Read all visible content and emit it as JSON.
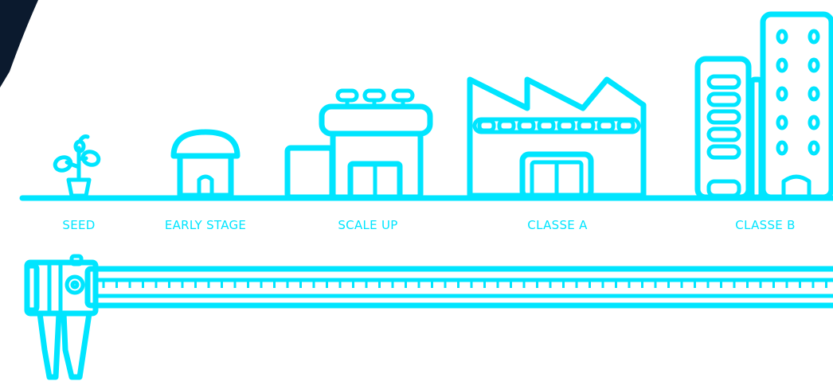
{
  "colors": {
    "accent": "#00e5ff",
    "corner_dark": "#0b1a2e",
    "background": "#ffffff"
  },
  "stages": [
    {
      "id": "seed",
      "label": "SEED",
      "icon": "sprout-in-pot-icon"
    },
    {
      "id": "early-stage",
      "label": "EARLY STAGE",
      "icon": "small-house-icon"
    },
    {
      "id": "scale-up",
      "label": "SCALE UP",
      "icon": "shop-building-icon"
    },
    {
      "id": "classe-a",
      "label": "CLASSE A",
      "icon": "factory-icon"
    },
    {
      "id": "classe-b",
      "label": "CLASSE B",
      "icon": "office-towers-icon"
    }
  ],
  "instrument": {
    "icon": "caliper-icon"
  }
}
